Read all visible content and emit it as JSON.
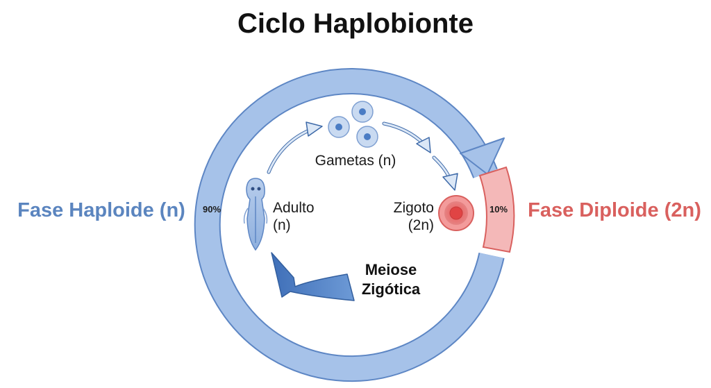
{
  "title": "Ciclo Haplobionte",
  "phases": {
    "haploid": {
      "label": "Fase Haploide (n)",
      "percent_label": "90%",
      "color": "#5b85bf"
    },
    "diploid": {
      "label": "Fase Diploide (2n)",
      "percent_label": "10%",
      "color": "#d9605e"
    }
  },
  "nodes": {
    "gametes": {
      "label": "Gametas (n)"
    },
    "zygote": {
      "line1": "Zigoto",
      "line2": "(2n)"
    },
    "adult": {
      "line1": "Adulto",
      "line2": "(n)"
    }
  },
  "process": {
    "line1": "Meiose",
    "line2": "Zigótica"
  },
  "colors": {
    "ring_fill": "#a6c2e9",
    "ring_stroke": "#5d86c4",
    "diploid_segment_fill": "#f4b8b8",
    "diploid_segment_stroke": "#d9605e",
    "meiosis_arrow": "#4a7cc4",
    "small_arrow": "#dbe7f6"
  }
}
